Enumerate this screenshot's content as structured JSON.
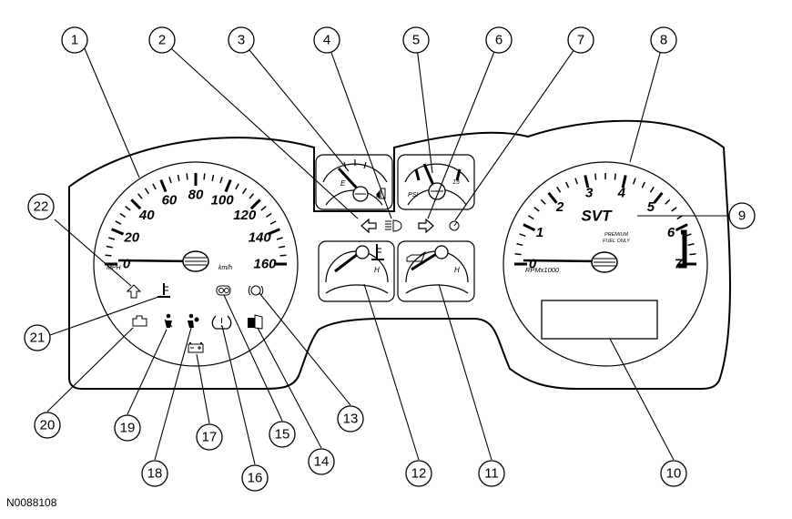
{
  "figure_id": "N0088108",
  "speedometer": {
    "major_labels": [
      "0",
      "20",
      "40",
      "60",
      "80",
      "100",
      "120",
      "140",
      "160"
    ],
    "unit_mph": "MPH",
    "unit_kmh": "km/h"
  },
  "tachometer": {
    "labels": [
      "0",
      "1",
      "2",
      "3",
      "4",
      "5",
      "6",
      "7"
    ],
    "brand": "SVT",
    "notice_line1": "PREMIUM",
    "notice_line2": "FUEL ONLY",
    "unit": "RPMx1000"
  },
  "fuel_gauge": {
    "empty_label": "E",
    "full_label": "F"
  },
  "oil_pressure_gauge": {
    "unit": "PSI",
    "max_label": "15"
  },
  "temp_gauge": {
    "hot_label": "H"
  },
  "oil_temp_gauge": {
    "hot_label": "H"
  },
  "callouts": [
    "1",
    "2",
    "3",
    "4",
    "5",
    "6",
    "7",
    "8",
    "9",
    "10",
    "11",
    "12",
    "13",
    "14",
    "15",
    "16",
    "17",
    "18",
    "19",
    "20",
    "21",
    "22"
  ],
  "icons": {
    "left_turn": "left-turn-arrow-icon",
    "high_beam": "high-beam-icon",
    "right_turn": "right-turn-arrow-icon",
    "speed_control": "speed-control-icon",
    "upshift": "upshift-arrow-icon",
    "coolant": "coolant-temperature-icon",
    "check_engine": "check-engine-icon",
    "seatbelt": "seatbelt-icon",
    "airbag": "airbag-icon",
    "tire_pressure": "tire-pressure-icon",
    "overdrive": "overdrive-off-icon",
    "brake": "brake-warning-icon",
    "door_ajar": "door-ajar-icon",
    "charging": "charging-system-icon"
  }
}
